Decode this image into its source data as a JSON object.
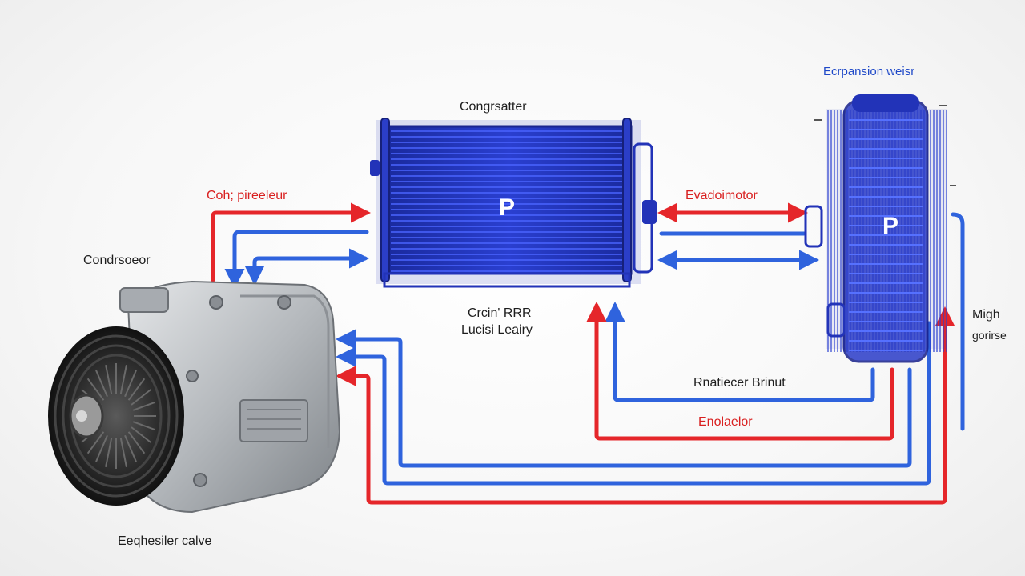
{
  "labels": {
    "condenser": "Congrsatter",
    "expansion_valve_top": "Ecrpansion weisr",
    "compressor": "Condrsoeor",
    "high_pressure": "Coh; pireeleur",
    "evaporator_right": "Evadoimotor",
    "condenser_mark": "P",
    "evaporator_mark": "P",
    "center_line1": "Crcin' RRR",
    "center_line2": "Lucisi Leairy",
    "receiver": "Rnatiecer Brinut",
    "evaporation": "Enolaelor",
    "side_line1": "Migh",
    "side_line2": "gorirse",
    "expansion_valve_bottom": "Eeqhesiler calve"
  },
  "colors": {
    "hot_line": "#e5262a",
    "cold_line": "#2f63dd",
    "coil_blue": "#2233b8",
    "compressor_metal": "#b9bcc0",
    "pulley": "#2a2a2a"
  },
  "icons": {
    "compressor": "ac-compressor-icon",
    "condenser": "condenser-coil-icon",
    "evaporator": "evaporator-coil-icon"
  }
}
